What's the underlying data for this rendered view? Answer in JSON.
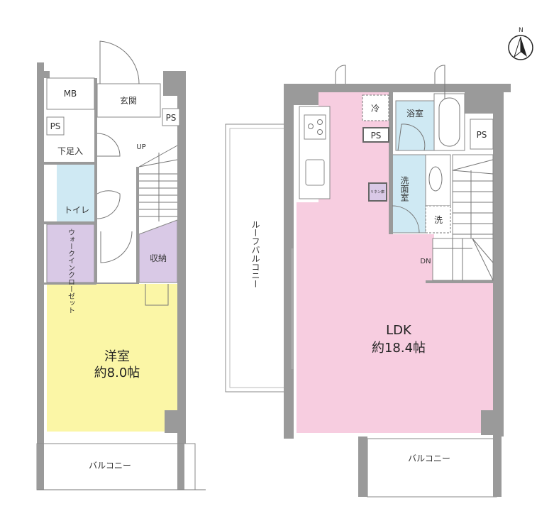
{
  "colors": {
    "wall": "#9a9a9a",
    "western_room": "#fbf6a6",
    "ldk": "#f7cde0",
    "wet_area": "#cfe9f3",
    "storage": "#d9c9e6"
  },
  "compass": {
    "label": "N",
    "icon": "north-arrow-icon"
  },
  "left_unit": {
    "mb": "MB",
    "entrance": "玄関",
    "ps_left": "PS",
    "ps_stair": "PS",
    "shoe_storage": "下足入",
    "toilet": "トイレ",
    "walk_in_closet": "ウォークインクローゼット",
    "storage": "収納",
    "stair_up": "UP",
    "western_room": "洋室",
    "western_room_size": "約8.0帖",
    "balcony": "バルコニー"
  },
  "right_unit": {
    "fridge": "冷",
    "ps_kitchen": "PS",
    "bathroom": "浴室",
    "ps_right": "PS",
    "washroom": "洗面室",
    "linen": "リネン庫",
    "washer": "洗",
    "stair_down": "DN",
    "ldk": "LDK",
    "ldk_size": "約18.4帖",
    "roof_balcony": "ルーフバルコニー",
    "balcony": "バルコニー"
  }
}
